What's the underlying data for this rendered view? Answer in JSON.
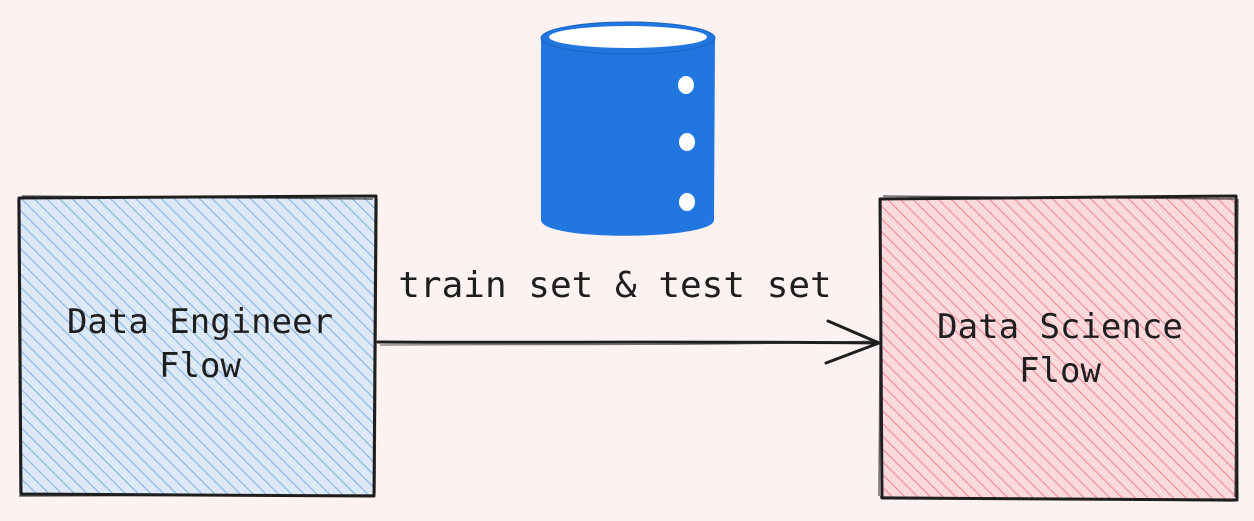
{
  "nodes": {
    "data_engineer": {
      "line1": "Data Engineer",
      "line2": "Flow",
      "fill_color": "#a5c8ec",
      "stroke_color": "#1e1e1e"
    },
    "data_science": {
      "line1": "Data Science",
      "line2": "Flow",
      "fill_color": "#f4a7ad",
      "stroke_color": "#1e1e1e"
    },
    "database": {
      "icon": "database-icon",
      "fill_color": "#2176e0"
    }
  },
  "edge": {
    "label": "train set & test set",
    "from": "data_engineer",
    "to": "data_science",
    "stroke_color": "#1e1e1e"
  },
  "background_color": "#fdf2f2"
}
